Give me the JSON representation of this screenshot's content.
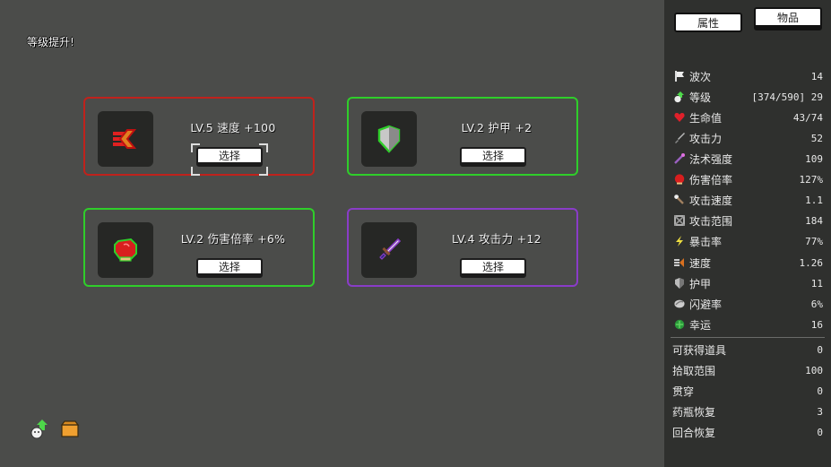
{
  "title": "等级提升!",
  "colors": {
    "rarity_red": "#c0221c",
    "rarity_green": "#2fce2a",
    "rarity_purple": "#8a3cc8",
    "background": "#4b4c4a",
    "sidebar_bg": "#2f302e"
  },
  "cards": [
    {
      "label": "LV.5 速度 +100",
      "icon": "speed-icon",
      "button": "选择",
      "rarity": "red",
      "selected": true
    },
    {
      "label": "LV.2 护甲 +2",
      "icon": "shield-icon",
      "button": "选择",
      "rarity": "green",
      "selected": false
    },
    {
      "label": "LV.2 伤害倍率 +6%",
      "icon": "glove-icon",
      "button": "选择",
      "rarity": "green",
      "selected": false
    },
    {
      "label": "LV.4 攻击力 +12",
      "icon": "sword-icon",
      "button": "选择",
      "rarity": "purple",
      "selected": false
    }
  ],
  "sidebar": {
    "tabs": [
      {
        "label": "属性",
        "active": true
      },
      {
        "label": "物品",
        "active": false
      }
    ],
    "stats": [
      {
        "name": "波次",
        "value": "14",
        "icon": "flag-icon"
      },
      {
        "name": "等级",
        "value": "[374/590] 29",
        "icon": "level-up-icon"
      },
      {
        "name": "生命值",
        "value": "43/74",
        "icon": "heart-icon"
      },
      {
        "name": "攻击力",
        "value": "52",
        "icon": "sword-icon"
      },
      {
        "name": "法术强度",
        "value": "109",
        "icon": "wand-icon"
      },
      {
        "name": "伤害倍率",
        "value": "127%",
        "icon": "glove-icon"
      },
      {
        "name": "攻击速度",
        "value": "1.1",
        "icon": "attack-speed-icon"
      },
      {
        "name": "攻击范围",
        "value": "184",
        "icon": "range-icon"
      },
      {
        "name": "暴击率",
        "value": "77%",
        "icon": "lightning-icon"
      },
      {
        "name": "速度",
        "value": "1.26",
        "icon": "speed-icon"
      },
      {
        "name": "护甲",
        "value": "11",
        "icon": "shield-icon"
      },
      {
        "name": "闪避率",
        "value": "6%",
        "icon": "dodge-icon"
      },
      {
        "name": "幸运",
        "value": "16",
        "icon": "clover-icon"
      }
    ],
    "extra_stats": [
      {
        "name": "可获得道具",
        "value": "0"
      },
      {
        "name": "拾取范围",
        "value": "100"
      },
      {
        "name": "贯穿",
        "value": "0"
      },
      {
        "name": "药瓶恢复",
        "value": "3"
      },
      {
        "name": "回合恢复",
        "value": "0"
      }
    ]
  },
  "bottom_icons": [
    "level-up-icon",
    "chest-icon"
  ]
}
